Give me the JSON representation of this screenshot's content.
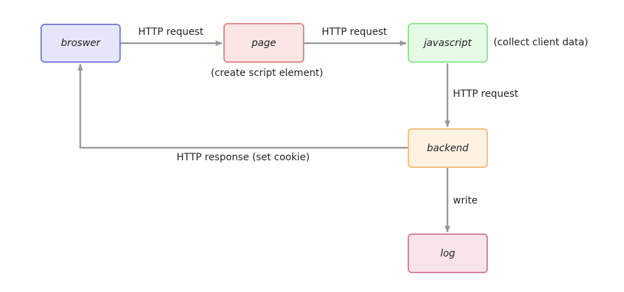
{
  "nodes": {
    "browser": {
      "label": "broswer",
      "fill": "#e6e6fb",
      "border": "#7f7fdc"
    },
    "page": {
      "label": "page",
      "fill": "#fbe6e6",
      "border": "#e08a8a"
    },
    "javascript": {
      "label": "javascript",
      "fill": "#e6fbe6",
      "border": "#92e692"
    },
    "backend": {
      "label": "backend",
      "fill": "#fdf1e1",
      "border": "#f0c080"
    },
    "log": {
      "label": "log",
      "fill": "#f8e3ea",
      "border": "#d67f9c"
    }
  },
  "edges": {
    "browser_to_page": "HTTP request",
    "page_to_javascript": "HTTP request",
    "javascript_to_backend": "HTTP request",
    "backend_to_browser": "HTTP response (set cookie)",
    "backend_to_log": "write"
  },
  "annotations": {
    "page_note": "(create script element)",
    "javascript_note": "(collect client data)"
  },
  "colors": {
    "arrow": "#999999",
    "text": "#222222"
  }
}
